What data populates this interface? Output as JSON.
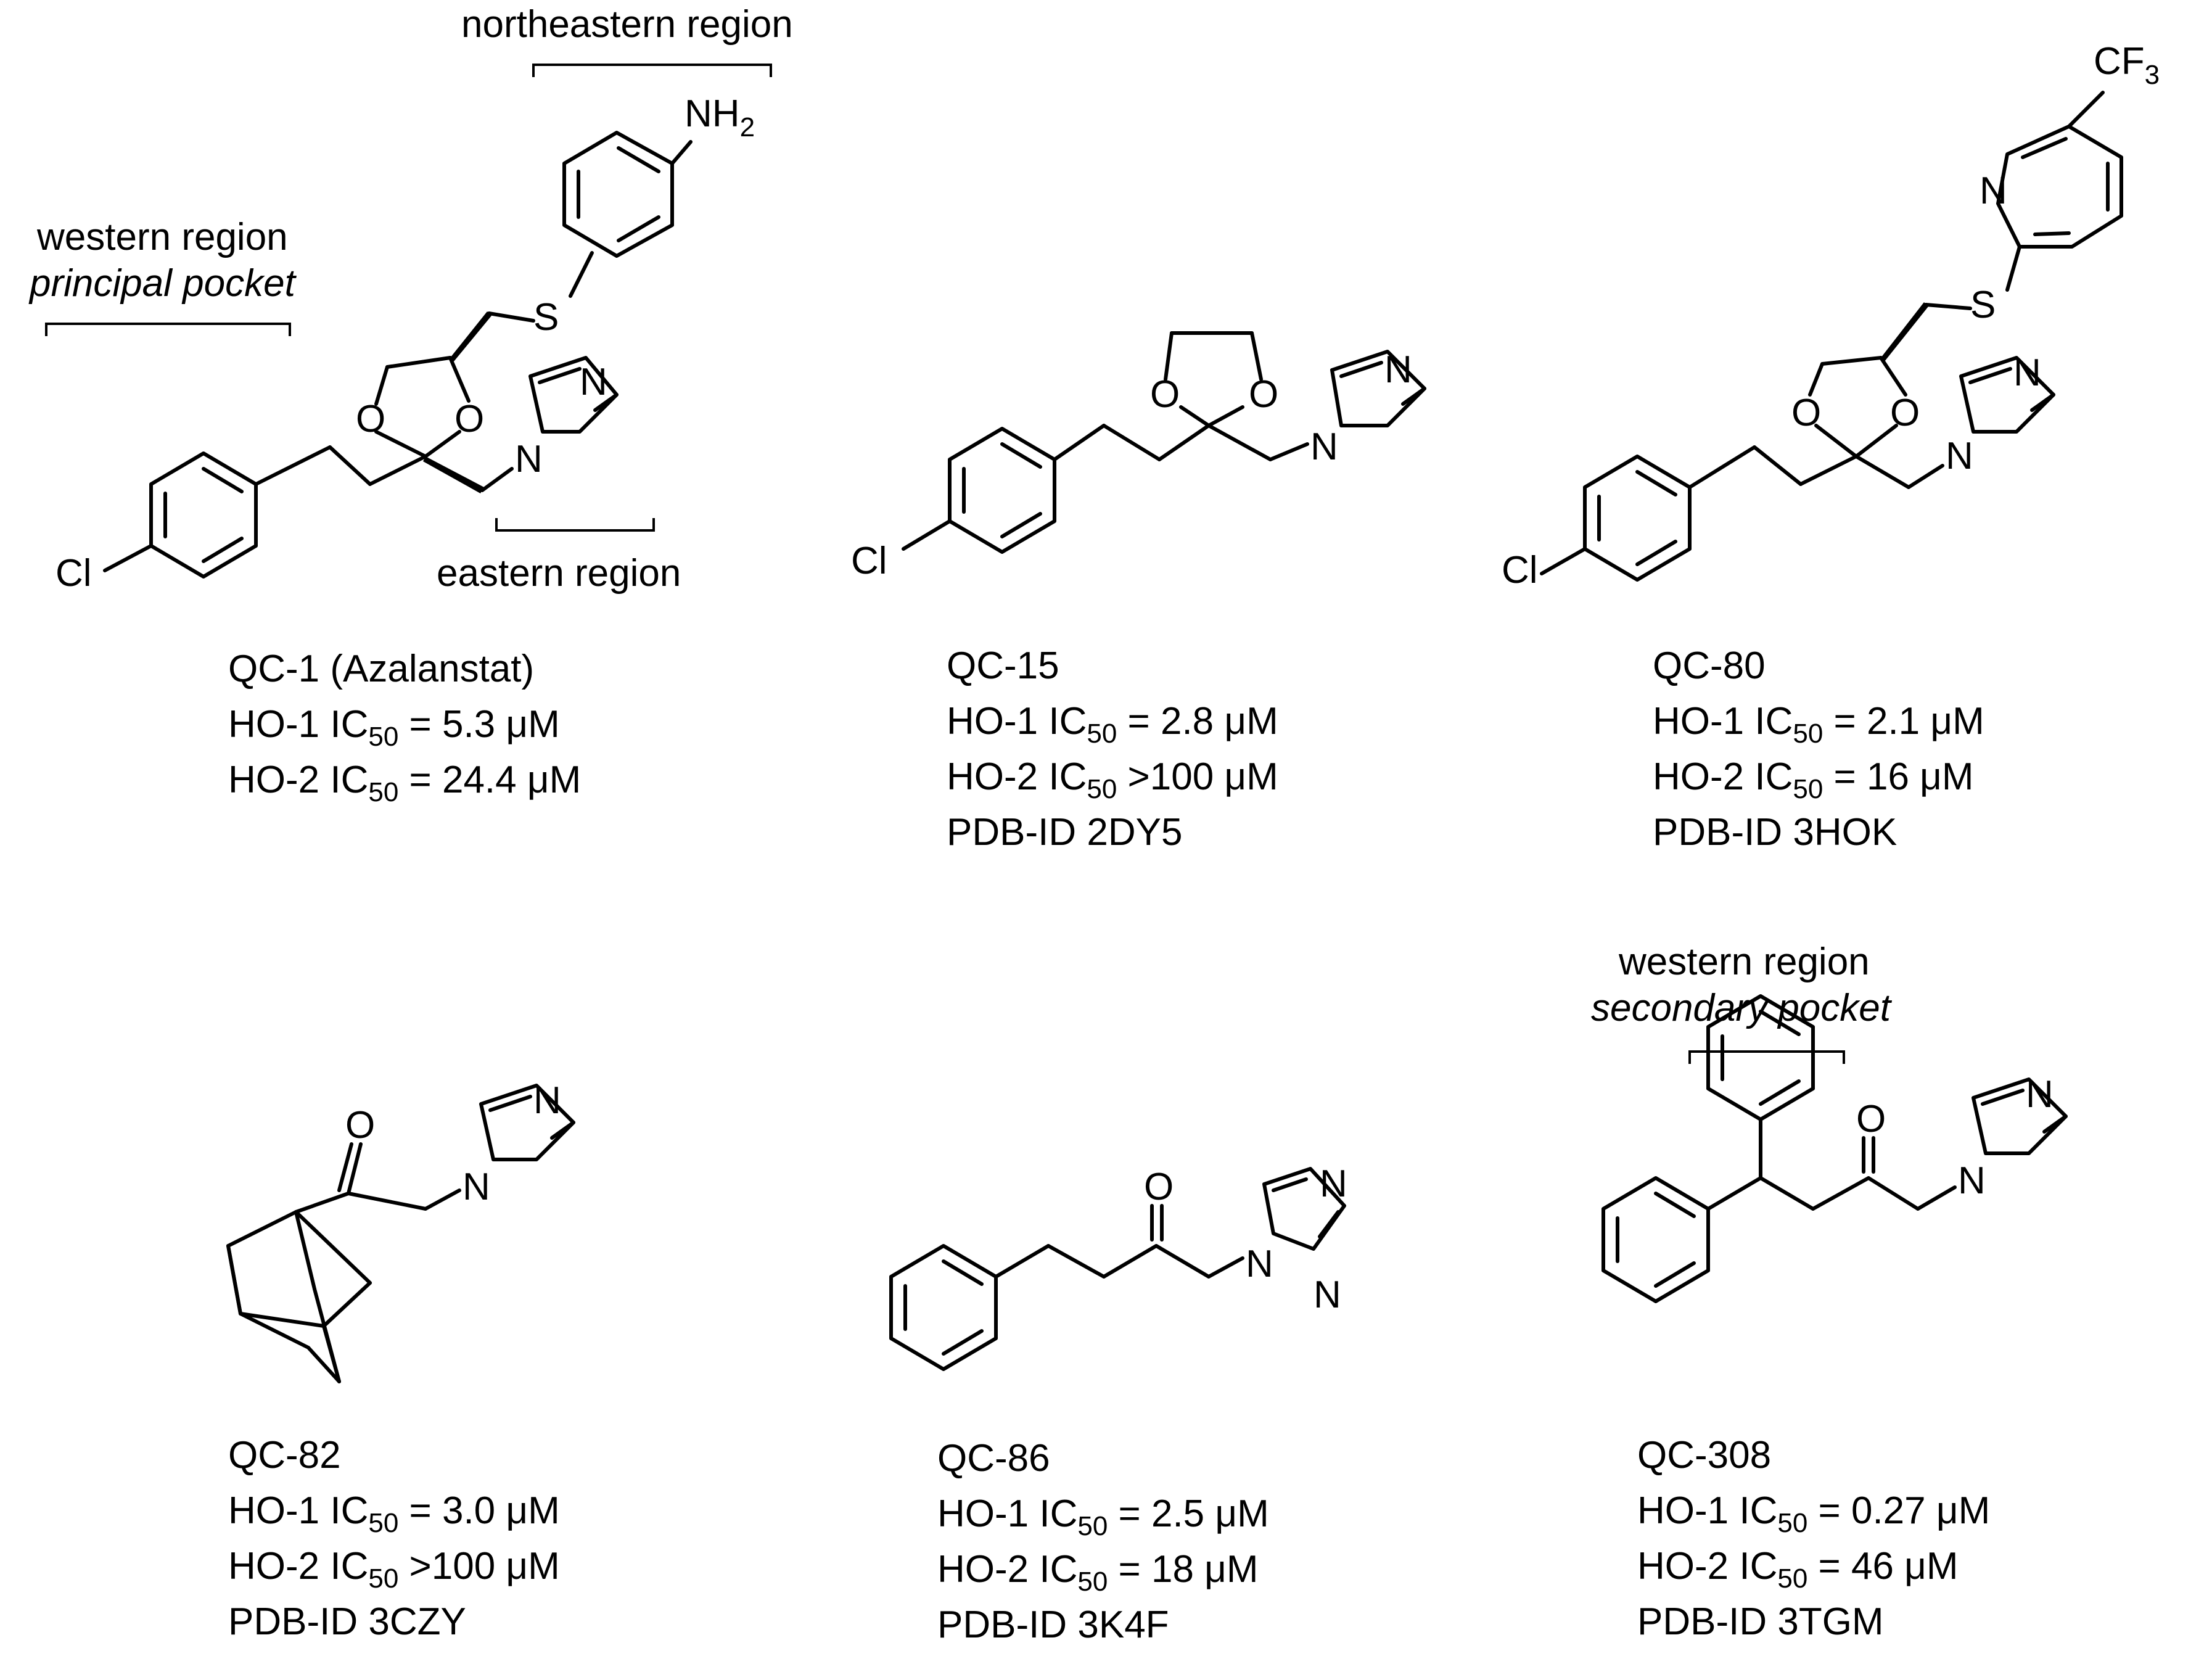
{
  "figure": {
    "region_labels": {
      "northeastern": "northeastern region",
      "western_1": "western region",
      "principal_pocket": "principal pocket",
      "eastern": "eastern region",
      "western_2": "western region",
      "secondary_pocket": "secondary pocket"
    },
    "atoms": {
      "cl": "Cl",
      "o": "O",
      "n": "N",
      "s": "S",
      "nh": "NH",
      "sub2": "2",
      "cf": "CF",
      "sub3": "3"
    },
    "captions": {
      "qc1": {
        "name": "QC-1 (Azalanstat)",
        "ho1_prefix": "HO-1 IC",
        "ho1_sub": "50",
        "ho1_value": " = 5.3 μM",
        "ho2_prefix": "HO-2 IC",
        "ho2_sub": "50",
        "ho2_value": " = 24.4 μM"
      },
      "qc15": {
        "name": "QC-15",
        "ho1_prefix": "HO-1 IC",
        "ho1_sub": "50",
        "ho1_value": " = 2.8 μM",
        "ho2_prefix": "HO-2 IC",
        "ho2_sub": "50",
        "ho2_value": " >100 μM",
        "pdb": "PDB-ID 2DY5"
      },
      "qc80": {
        "name": "QC-80",
        "ho1_prefix": "HO-1 IC",
        "ho1_sub": "50",
        "ho1_value": " = 2.1 μM",
        "ho2_prefix": "HO-2 IC",
        "ho2_sub": "50",
        "ho2_value": " = 16 μM",
        "pdb": "PDB-ID 3HOK"
      },
      "qc82": {
        "name": "QC-82",
        "ho1_prefix": "HO-1 IC",
        "ho1_sub": "50",
        "ho1_value": " = 3.0 μM",
        "ho2_prefix": "HO-2 IC",
        "ho2_sub": "50",
        "ho2_value": " >100 μM",
        "pdb": "PDB-ID 3CZY"
      },
      "qc86": {
        "name": "QC-86",
        "ho1_prefix": "HO-1 IC",
        "ho1_sub": "50",
        "ho1_value": " = 2.5 μM",
        "ho2_prefix": "HO-2 IC",
        "ho2_sub": "50",
        "ho2_value": " = 18 μM",
        "pdb": "PDB-ID 3K4F"
      },
      "qc308": {
        "name": "QC-308",
        "ho1_prefix": "HO-1 IC",
        "ho1_sub": "50",
        "ho1_value": " = 0.27 μM",
        "ho2_prefix": "HO-2 IC",
        "ho2_sub": "50",
        "ho2_value": " = 46 μM",
        "pdb": "PDB-ID 3TGM"
      }
    }
  }
}
